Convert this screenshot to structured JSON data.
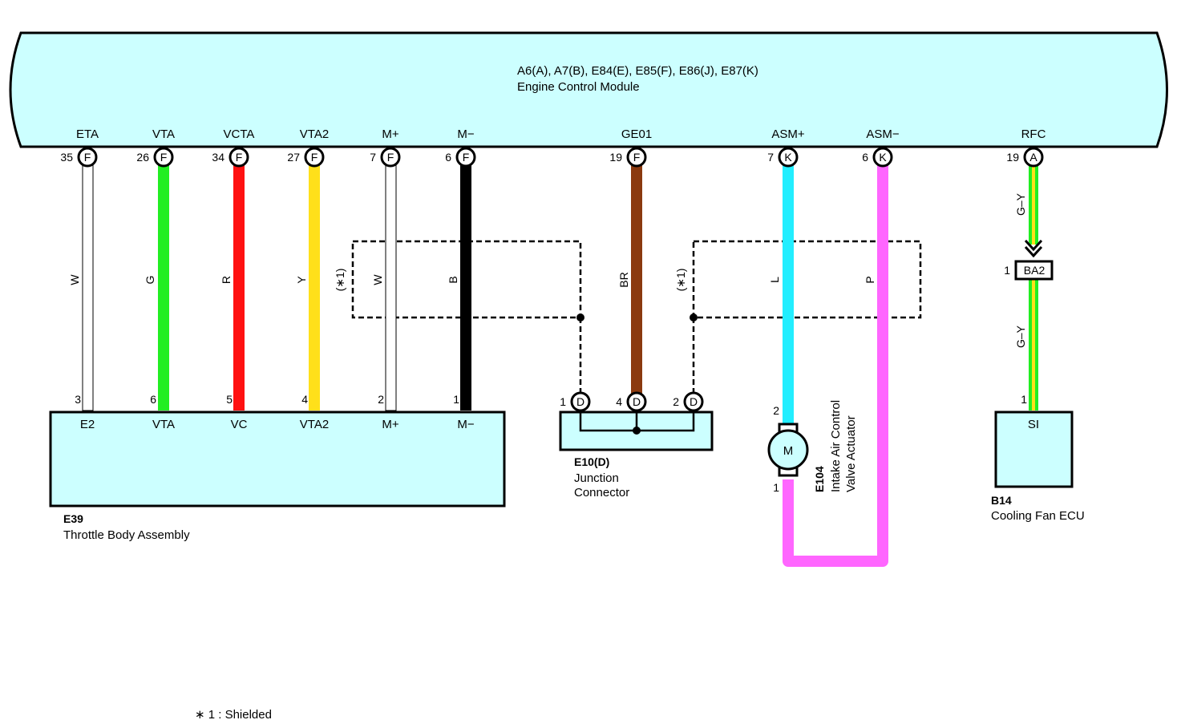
{
  "ecm": {
    "codes": "A6(A), A7(B), E84(E), E85(F), E86(J), E87(K)",
    "name": "Engine Control Module",
    "terminals": [
      {
        "name": "ETA",
        "pin": "35",
        "conn": "F",
        "wire": "W",
        "color": "#ffffff"
      },
      {
        "name": "VTA",
        "pin": "26",
        "conn": "F",
        "wire": "G",
        "color": "#22ee22"
      },
      {
        "name": "VCTA",
        "pin": "34",
        "conn": "F",
        "wire": "R",
        "color": "#ff1111"
      },
      {
        "name": "VTA2",
        "pin": "27",
        "conn": "F",
        "wire": "Y",
        "color": "#ffe01a"
      },
      {
        "name": "M+",
        "pin": "7",
        "conn": "F",
        "wire": "W",
        "color": "#ffffff"
      },
      {
        "name": "M−",
        "pin": "6",
        "conn": "F",
        "wire": "B",
        "color": "#000000"
      },
      {
        "name": "GE01",
        "pin": "19",
        "conn": "F",
        "wire": "BR",
        "color": "#8b3a0f"
      },
      {
        "name": "ASM+",
        "pin": "7",
        "conn": "K",
        "wire": "L",
        "color": "#22eeff"
      },
      {
        "name": "ASM−",
        "pin": "6",
        "conn": "K",
        "wire": "P",
        "color": "#ff66ff"
      },
      {
        "name": "RFC",
        "pin": "19",
        "conn": "A",
        "wire": "G–Y",
        "color": "#22ee22"
      }
    ]
  },
  "throttle": {
    "code": "E39",
    "name": "Throttle Body Assembly",
    "terminals": [
      {
        "name": "E2",
        "pin": "3"
      },
      {
        "name": "VTA",
        "pin": "6"
      },
      {
        "name": "VC",
        "pin": "5"
      },
      {
        "name": "VTA2",
        "pin": "4"
      },
      {
        "name": "M+",
        "pin": "2"
      },
      {
        "name": "M−",
        "pin": "1"
      }
    ]
  },
  "junction": {
    "code": "E10(D)",
    "name_line1": "Junction",
    "name_line2": "Connector",
    "pins": [
      {
        "pin": "1",
        "conn": "D"
      },
      {
        "pin": "4",
        "conn": "D"
      },
      {
        "pin": "2",
        "conn": "D"
      }
    ]
  },
  "actuator": {
    "code": "E104",
    "name_line1": "Intake Air Control",
    "name_line2": "Valve Actuator",
    "motor": "M",
    "pin_top": "2",
    "pin_bottom": "1"
  },
  "fan_ecu": {
    "code": "B14",
    "name": "Cooling Fan ECU",
    "terminal": "SI",
    "pin": "1",
    "inline_connector": "BA2",
    "inline_pin": "1",
    "wire_upper": "G–Y",
    "wire_lower": "G–Y"
  },
  "shield": {
    "mark": "(∗1)",
    "note": "∗ 1 : Shielded"
  },
  "colors": {
    "component_fill": "#ccffff",
    "gy_stripe": "#ffe01a"
  }
}
